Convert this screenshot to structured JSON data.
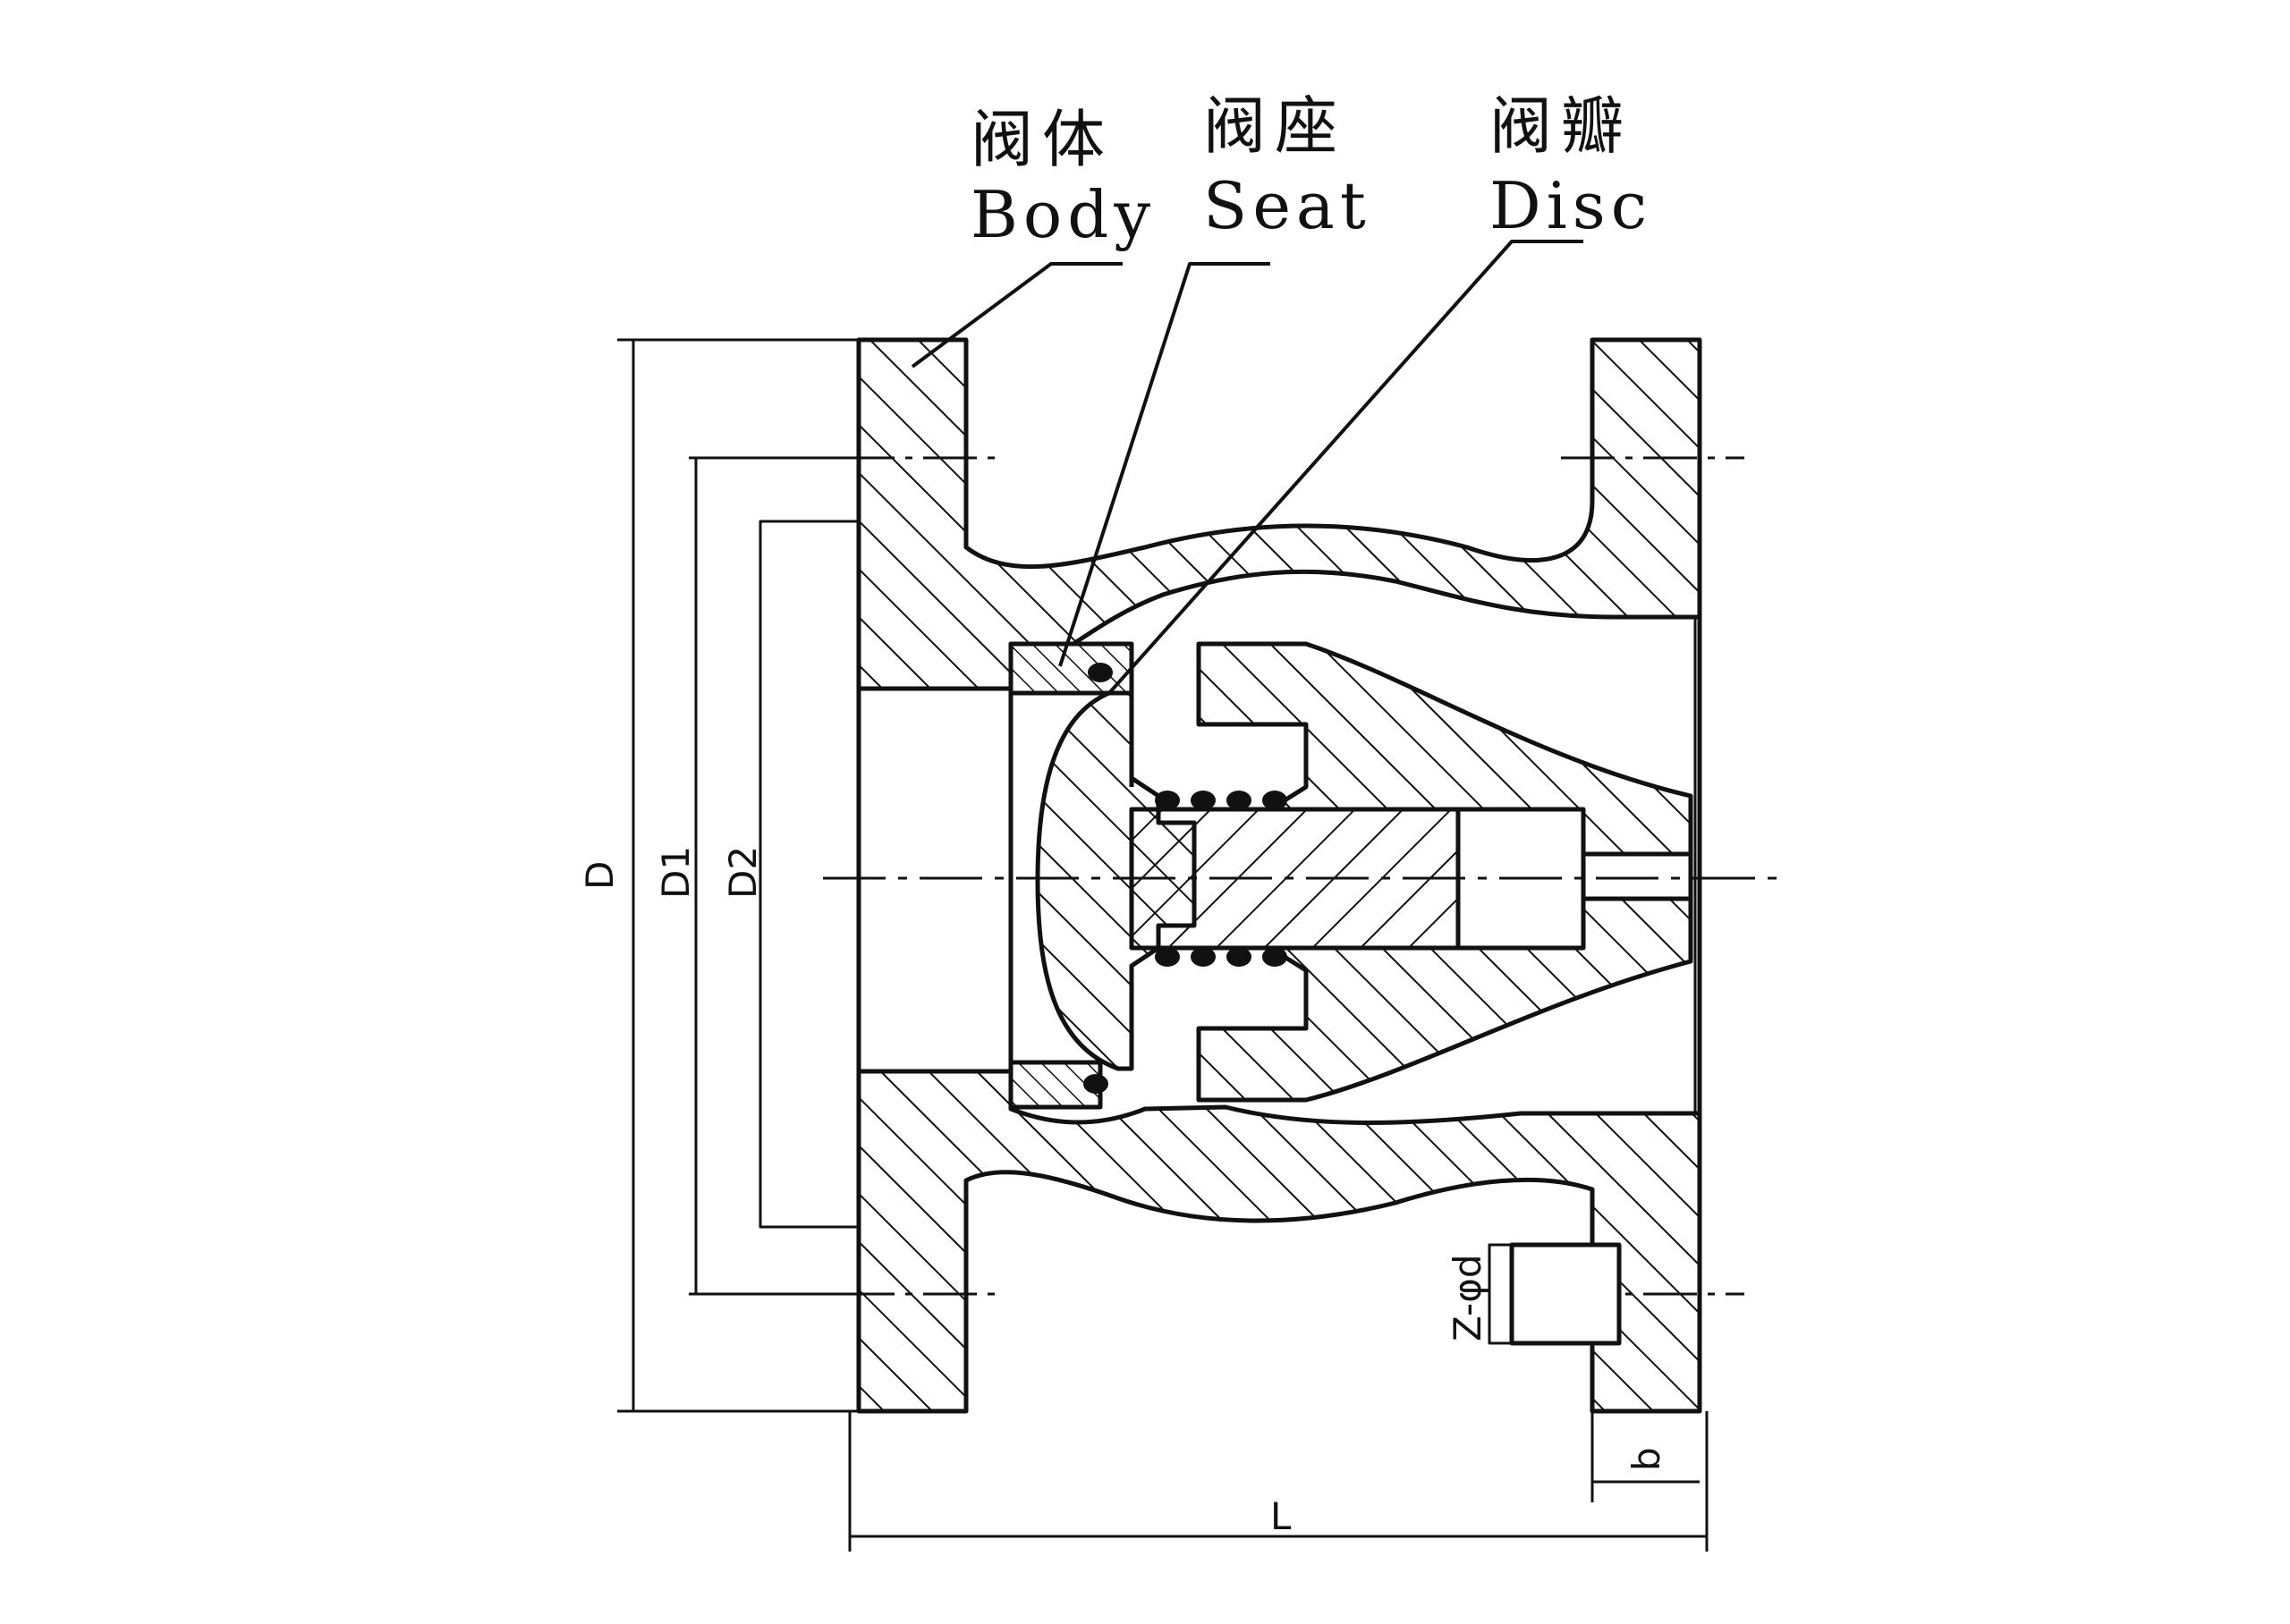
{
  "labels": [
    {
      "id": "body",
      "cn": "阀体",
      "en": "Body"
    },
    {
      "id": "seat",
      "cn": "阀座",
      "en": "Seat"
    },
    {
      "id": "disc",
      "cn": "阀瓣",
      "en": "Disc"
    }
  ],
  "dimensions": {
    "D": "D",
    "D1": "D1",
    "D2": "D2",
    "L": "L",
    "b": "b",
    "bolts": "Z-φd"
  },
  "colors": {
    "ink": "#111111",
    "background": "#ffffff"
  }
}
